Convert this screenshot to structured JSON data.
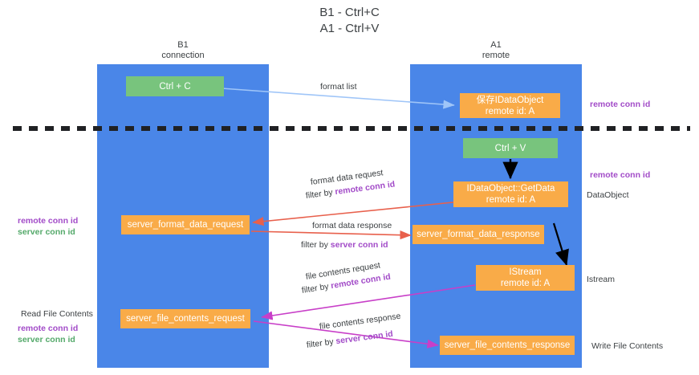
{
  "title": "B1 - Ctrl+C\nA1 - Ctrl+V",
  "colors": {
    "lane": "#4a86e8",
    "node_orange": "#f9ab48",
    "node_green": "#78c47d",
    "accent_purple": "#a24bc8",
    "accent_green": "#54a96a",
    "arrow_blue": "#9fc5f8",
    "arrow_red": "#e8604c",
    "arrow_black": "#000000",
    "arrow_magenta": "#c83fc8",
    "divider": "#202124"
  },
  "columns": [
    {
      "name": "b1",
      "heading": "B1\nconnection"
    },
    {
      "name": "a1",
      "heading": "A1\nremote"
    }
  ],
  "nodes": [
    {
      "name": "ctrl-c",
      "label": "Ctrl + C"
    },
    {
      "name": "idataobject-remote",
      "label": "保存IDataObject\nremote id: A"
    },
    {
      "name": "ctrl-v",
      "label": "Ctrl + V"
    },
    {
      "name": "idataobject-getdata",
      "label": "IDataObject::GetData\nremote id: A"
    },
    {
      "name": "server-format-data-request",
      "label": "server_format_data_request"
    },
    {
      "name": "server-format-data-response",
      "label": "server_format_data_response"
    },
    {
      "name": "istream-remote",
      "label": "IStream\nremote id: A"
    },
    {
      "name": "server-file-contents-request",
      "label": "server_file_contents_request"
    },
    {
      "name": "server-file-contents-response",
      "label": "server_file_contents_response"
    }
  ],
  "edge_labels": {
    "format_list": "format list",
    "format_data_request": "format data request",
    "format_data_request_filter_prefix": "filter by ",
    "format_data_request_filter_key": "remote conn id",
    "format_data_response": "format data response",
    "format_data_response_filter_prefix": "filter by ",
    "format_data_response_filter_key": "server conn id",
    "file_contents_request": "file contents request",
    "file_contents_request_filter_prefix": "filter by ",
    "file_contents_request_filter_key": "remote conn id",
    "file_contents_response": "file contents response",
    "file_contents_response_filter_prefix": "filter by ",
    "file_contents_response_filter_key": "server conn id"
  },
  "right_labels": {
    "remote_conn_id_top": "remote conn id",
    "remote_conn_id_mid": "remote conn id",
    "dataobject": "DataObject",
    "istream": "Istream",
    "write_file_contents": "Write File Contents"
  },
  "left_labels": {
    "remote_conn_id": "remote conn id",
    "server_conn_id": "server conn id",
    "read_file_contents": "Read File Contents",
    "remote_conn_id_2": "remote conn id",
    "server_conn_id_2": "server conn id"
  }
}
